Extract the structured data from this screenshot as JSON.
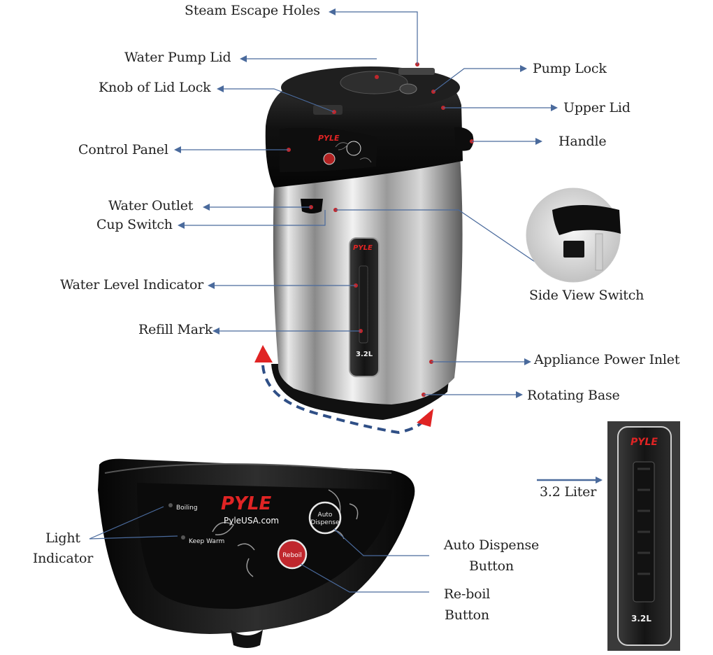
{
  "labels": {
    "steam_escape_holes": "Steam Escape Holes",
    "water_pump_lid": "Water Pump Lid",
    "knob_of_lid_lock": "Knob of Lid Lock",
    "control_panel": "Control Panel",
    "water_outlet": "Water Outlet",
    "cup_switch": "Cup Switch",
    "water_level_indicator": "Water Level Indicator",
    "refill_mark": "Refill Mark",
    "pump_lock": "Pump Lock",
    "upper_lid": "Upper Lid",
    "handle": "Handle",
    "side_view_switch": "Side View Switch",
    "appliance_power_inlet": "Appliance Power Inlet",
    "rotating_base": "Rotating Base",
    "light_indicator_line1": "Light",
    "light_indicator_line2": "Indicator",
    "auto_dispense_line1": "Auto Dispense",
    "auto_dispense_line2": "Button",
    "reboil_line1": "Re-boil",
    "reboil_line2": "Button",
    "capacity": "3.2 Liter"
  },
  "product": {
    "brand": "PYLE",
    "website": "PyleUSA.com",
    "panel_boiling": "Boiling",
    "panel_keep_warm": "Keep Warm",
    "panel_auto": "Auto",
    "panel_dispense": "Dispense",
    "panel_reboil": "Reboil",
    "window_capacity": "3.2L"
  },
  "colors": {
    "callout_line": "#4a6a9c",
    "marker_dot": "#c0272d",
    "rotation_arrow_dash": "#2f4f86",
    "rotation_arrow_head": "#e02424",
    "body_black": "#161616",
    "steel_light": "#dcdcdc",
    "steel_dark": "#6e6e6e"
  },
  "icons": [
    "arrow-right-icon",
    "arrow-left-icon",
    "rotation-arrow-icon"
  ]
}
